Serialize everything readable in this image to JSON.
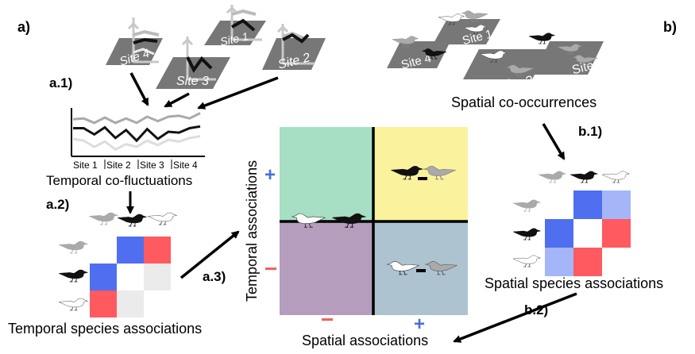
{
  "labels": {
    "panel_a": "a)",
    "panel_b": "b)",
    "step_a1": "a.1)",
    "step_a2": "a.2)",
    "step_a3": "a.3)",
    "step_b1": "b.1)",
    "step_b2": "b.2)"
  },
  "sites": {
    "temporal": [
      "Site 4",
      "Site 3",
      "Site 1",
      "Site 2"
    ],
    "spatial": [
      "Site 1",
      "Site 4",
      "Site 3",
      "Site 2"
    ]
  },
  "timeseries": {
    "x_ticks": [
      "Site 1",
      "Site 2",
      "Site 3",
      "Site 4"
    ],
    "caption": "Temporal co-fluctuations",
    "series": [
      {
        "color": "#aaaaaa",
        "values": [
          0.78,
          0.8,
          0.7,
          0.82,
          0.7,
          0.8,
          0.7,
          0.84,
          0.74,
          0.84,
          0.86,
          0.8,
          0.92
        ]
      },
      {
        "color": "#111111",
        "values": [
          0.58,
          0.58,
          0.44,
          0.6,
          0.36,
          0.54,
          0.3,
          0.56,
          0.34,
          0.5,
          0.48,
          0.58,
          0.62
        ]
      },
      {
        "color": "#dddddd",
        "values": [
          0.34,
          0.3,
          0.16,
          0.28,
          0.1,
          0.22,
          0.16,
          0.3,
          0.2,
          0.32,
          0.28,
          0.36,
          0.4
        ]
      }
    ]
  },
  "temporal_matrix": {
    "caption": "Temporal species associations",
    "cells": [
      [
        "#ffffff",
        "#4f6ff0",
        "#ff5a5f"
      ],
      [
        "#4f6ff0",
        "#ffffff",
        "#ebebeb"
      ],
      [
        "#ff5a5f",
        "#ebebeb",
        "#ffffff"
      ]
    ]
  },
  "spatial_matrix": {
    "caption": "Spatial species associations",
    "cells": [
      [
        "#ffffff",
        "#4f6ff0",
        "#a5b6f8"
      ],
      [
        "#4f6ff0",
        "#ffffff",
        "#ff5a5f"
      ],
      [
        "#a5b6f8",
        "#ff5a5f",
        "#ffffff"
      ]
    ]
  },
  "spatial_caption": "Spatial co-occurrences",
  "quadrant": {
    "y_label": "Temporal associations",
    "x_label": "Spatial associations",
    "plus": "+",
    "minus": "−",
    "colors": {
      "top_left": "#a7dfc4",
      "top_right": "#fbf29d",
      "bottom_left": "#b49dbd",
      "bottom_right": "#adc3d0",
      "plus": "#4a6de0",
      "minus": "#f0605e"
    }
  }
}
